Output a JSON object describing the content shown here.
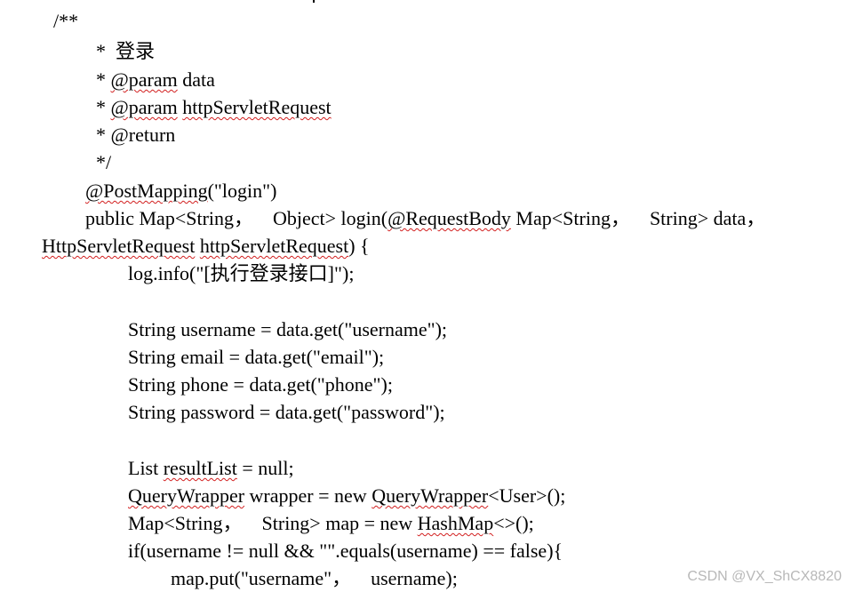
{
  "code_lines": [
    {
      "segments": [
        {
          "text": "/**"
        }
      ]
    },
    {
      "segments": [
        {
          "text": "*  登录"
        }
      ]
    },
    {
      "segments": [
        {
          "text": "* "
        },
        {
          "text": "@param",
          "spell": true
        },
        {
          "text": " data"
        }
      ]
    },
    {
      "segments": [
        {
          "text": "* "
        },
        {
          "text": "@param",
          "spell": true
        },
        {
          "text": " "
        },
        {
          "text": "httpServletRequest",
          "spell": true
        }
      ]
    },
    {
      "segments": [
        {
          "text": "* @return"
        }
      ]
    },
    {
      "segments": [
        {
          "text": "*/"
        }
      ]
    },
    {
      "segments": [
        {
          "text": "@PostMapping",
          "spell": true
        },
        {
          "text": "(\"login\")"
        }
      ]
    },
    {
      "segments": [
        {
          "text": "public Map<String，    Object> login("
        },
        {
          "text": "@RequestBody",
          "spell": true
        },
        {
          "text": " Map<String，    String> data，"
        }
      ]
    },
    {
      "segments": [
        {
          "text": "HttpServletRequest",
          "spell": true
        },
        {
          "text": " "
        },
        {
          "text": "httpServletRequest",
          "spell": true
        },
        {
          "text": ") {"
        }
      ]
    },
    {
      "segments": [
        {
          "text": "log.info(\"[执行登录接口]\");"
        }
      ]
    },
    {
      "segments": [
        {
          "text": "String username = data.get(\"username\");"
        }
      ]
    },
    {
      "segments": [
        {
          "text": "String email = data.get(\"email\");"
        }
      ]
    },
    {
      "segments": [
        {
          "text": "String phone = data.get(\"phone\");"
        }
      ]
    },
    {
      "segments": [
        {
          "text": "String password = data.get(\"password\");"
        }
      ]
    },
    {
      "segments": [
        {
          "text": "List "
        },
        {
          "text": "resultList",
          "spell": true
        },
        {
          "text": " = null;"
        }
      ]
    },
    {
      "segments": [
        {
          "text": "QueryWrapper",
          "spell": true
        },
        {
          "text": " wrapper = new "
        },
        {
          "text": "QueryWrapper",
          "spell": true
        },
        {
          "text": "<User>();"
        }
      ]
    },
    {
      "segments": [
        {
          "text": "Map<String，    String> map = new "
        },
        {
          "text": "HashMap",
          "spell": true
        },
        {
          "text": "<>();"
        }
      ]
    },
    {
      "segments": [
        {
          "text": "if(username != null && \"\".equals(username) == false){"
        }
      ]
    },
    {
      "segments": [
        {
          "text": "map.put(\"username\"，    username);"
        }
      ]
    }
  ],
  "watermark": "CSDN @VX_ShCX8820",
  "colors": {
    "text": "#000000",
    "spellcheck_underline": "#d21f1f",
    "watermark": "#b8b8b8"
  }
}
